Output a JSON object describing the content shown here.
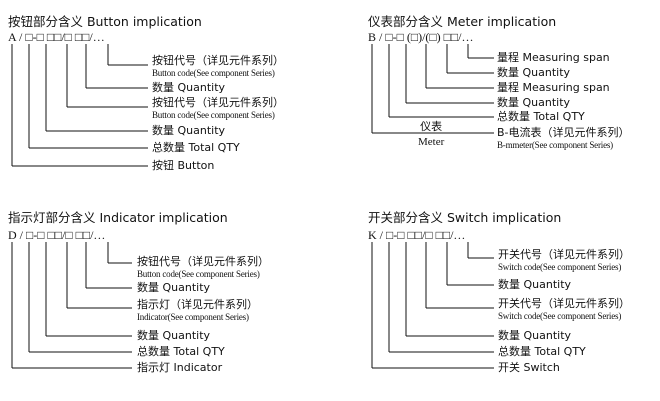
{
  "panels": {
    "button": {
      "title": "按钮部分含义 Button implication",
      "code": "A / □-□ □□/□ □□/…",
      "labels": [
        {
          "t1": "按钮代号（详见元件系列）",
          "t2": "Button code(See component Series)"
        },
        {
          "t1": "数量 Quantity"
        },
        {
          "t1": "按钮代号（详见元件系列）",
          "t2": "Button code(See component Series)"
        },
        {
          "t1": "数量 Quantity"
        },
        {
          "t1": "总数量 Total QTY"
        },
        {
          "t1": "按钮 Button"
        }
      ]
    },
    "meter": {
      "title": "仪表部分含义 Meter implication",
      "code": "B / □-□ (□)/(□) □□/…",
      "labels": [
        {
          "t1": "量程 Measuring span"
        },
        {
          "t1": "数量 Quantity"
        },
        {
          "t1": "量程 Measuring span"
        },
        {
          "t1": "数量 Quantity"
        },
        {
          "t1": "总数量 Total QTY"
        },
        {
          "t1": "B-电流表（详见元件系列）",
          "t2": "B-mmeter(See component Series)"
        }
      ],
      "center_label": {
        "t1": "仪表",
        "t2": "Meter"
      }
    },
    "indicator": {
      "title": "指示灯部分含义 Indicator implication",
      "code": "D / □-□ □□/□ □□/…",
      "labels": [
        {
          "t1": "按钮代号（详见元件系列）",
          "t2": "Button code(See component Series)"
        },
        {
          "t1": "数量 Quantity"
        },
        {
          "t1": "指示灯（详见元件系列）",
          "t2": "Indicator(See component Series)"
        },
        {
          "t1": "数量 Quantity"
        },
        {
          "t1": "总数量 Total QTY"
        },
        {
          "t1": "指示灯 Indicator"
        }
      ]
    },
    "switch": {
      "title": "开关部分含义 Switch implication",
      "code": "K / □-□ □□/□ □□/…",
      "labels": [
        {
          "t1": "开关代号（详见元件系列）",
          "t2": "Switch code(See component Series)"
        },
        {
          "t1": "数量 Quantity"
        },
        {
          "t1": "开关代号（详见元件系列）",
          "t2": "Switch code(See component Series)"
        },
        {
          "t1": "数量 Quantity"
        },
        {
          "t1": "总数量 Total QTY"
        },
        {
          "t1": "开关 Switch"
        }
      ]
    }
  }
}
